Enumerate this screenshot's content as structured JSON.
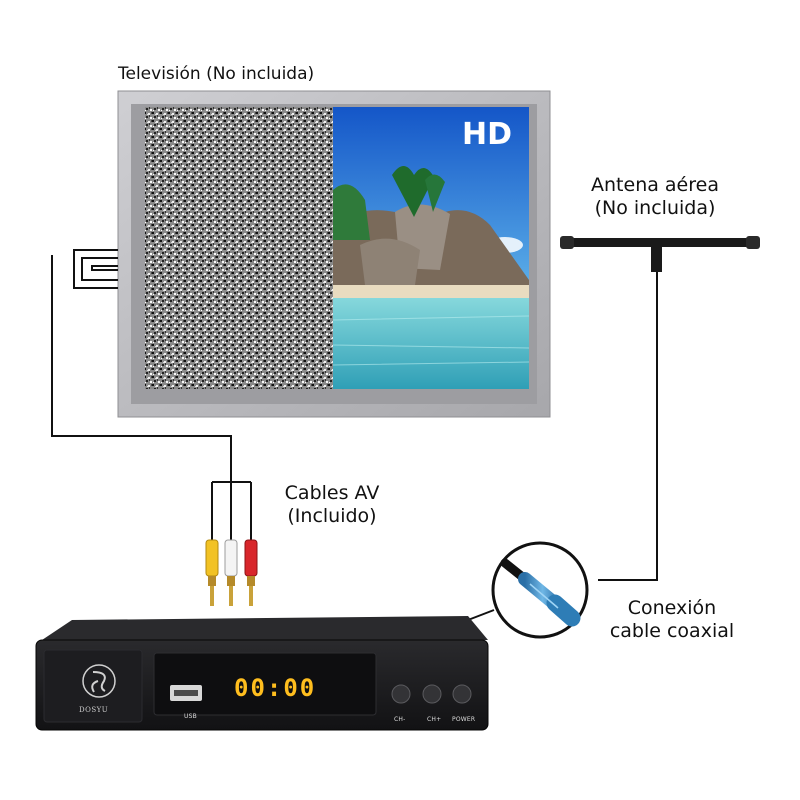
{
  "television": {
    "label": "Televisión (No incluida)",
    "screen_badge": "HD"
  },
  "antenna": {
    "label_line1": "Antena aérea",
    "label_line2": "(No incluida)"
  },
  "av_cables": {
    "label_line1": "Cables AV",
    "label_line2": "(Incluido)",
    "plug_colors": [
      "#f2c224",
      "#f4f4f4",
      "#d8262b"
    ]
  },
  "coaxial": {
    "label_line1": "Conexión",
    "label_line2": "cable coaxial",
    "connector_color": "#3f8fc4"
  },
  "set_top_box": {
    "brand": "DOSYU",
    "display": "00:00",
    "port_label": "USB",
    "buttons": [
      "CH-",
      "CH+",
      "POWER"
    ]
  },
  "colors": {
    "tv_frame": "#b9b9bd",
    "box_body": "#1c1c1e",
    "display_digits": "#ffbe1e",
    "sky": "#1e6fd6",
    "sea": "#6fcad2"
  }
}
